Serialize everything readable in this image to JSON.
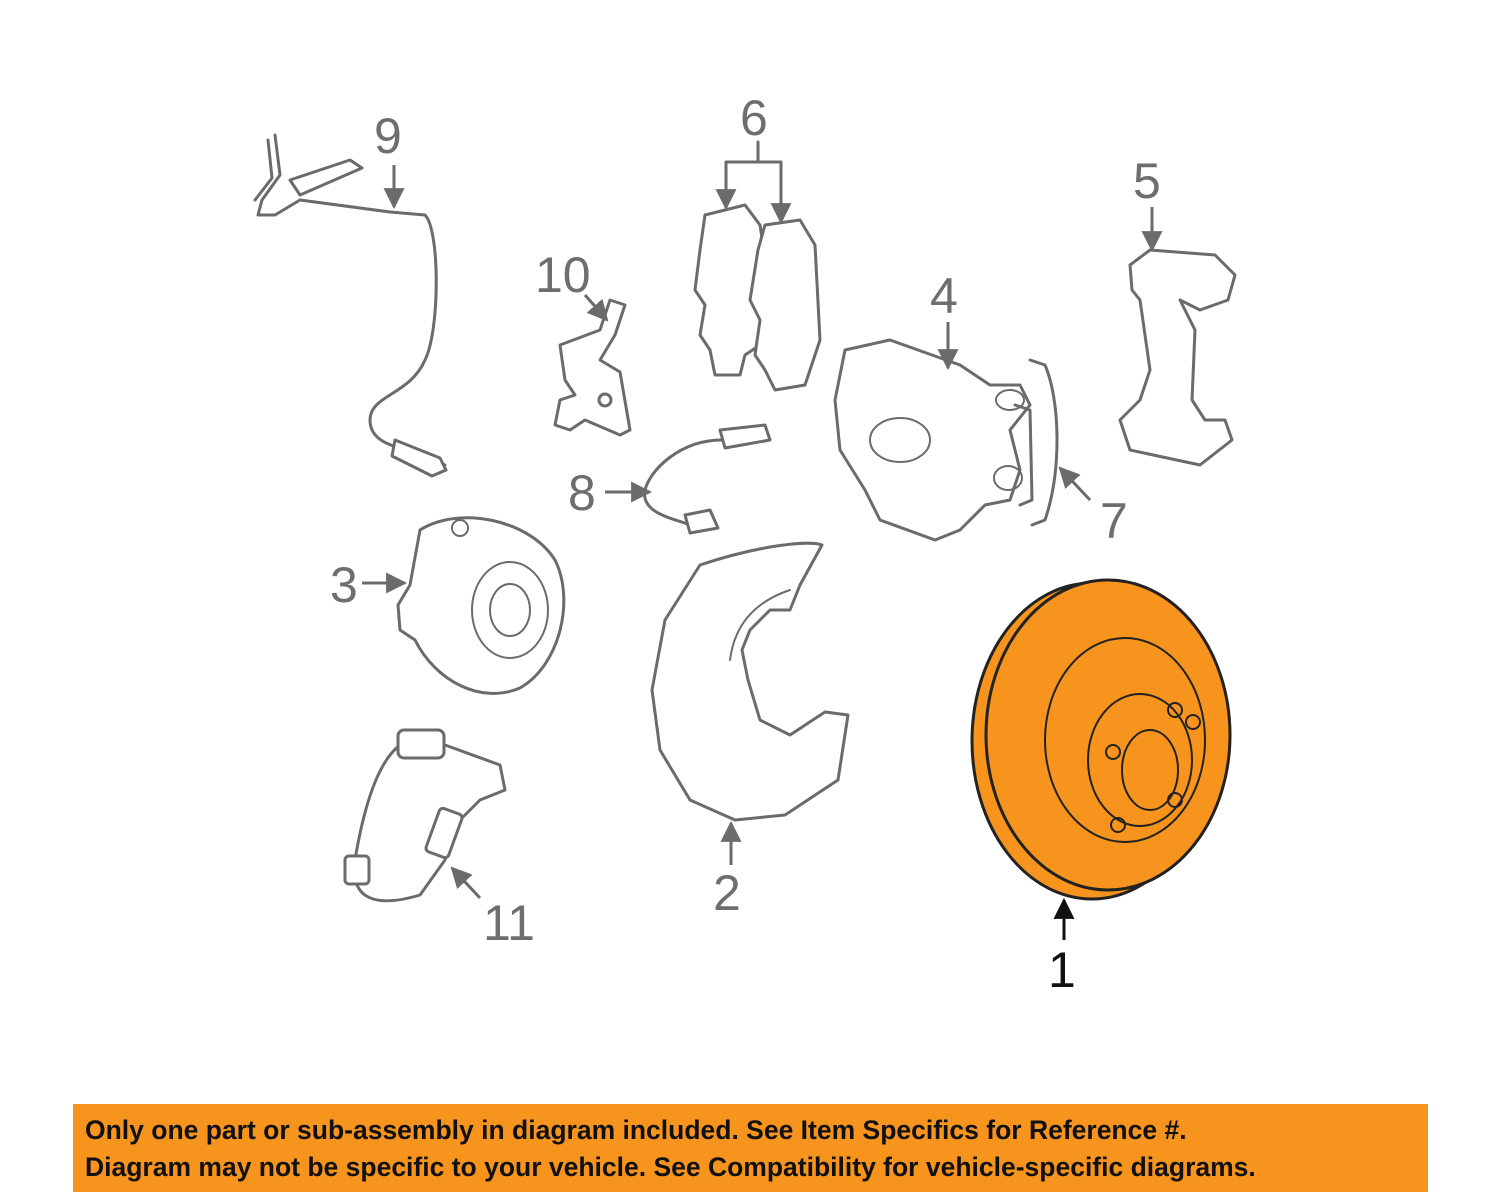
{
  "callouts": {
    "c1": "1",
    "c2": "2",
    "c3": "3",
    "c4": "4",
    "c5": "5",
    "c6": "6",
    "c7": "7",
    "c8": "8",
    "c9": "9",
    "c10": "10",
    "c11": "11"
  },
  "colors": {
    "highlight": "#f7941d",
    "line_art": "#6b6b6b",
    "banner_text": "#111111"
  },
  "banner": {
    "line1": "Only one part or sub-assembly in diagram included. See Item Specifics for Reference #.",
    "line2": "Diagram may not be specific to your vehicle. See Compatibility for vehicle-specific diagrams."
  }
}
